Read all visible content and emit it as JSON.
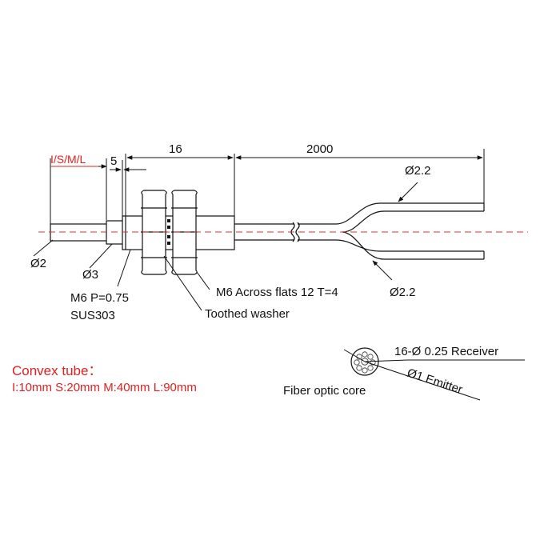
{
  "dimensions": {
    "tube_length": "I/S/M/L",
    "shoulder": "5",
    "body_length": "16",
    "cable_length": "2000",
    "cable_top_dia": "Ø2.2",
    "cable_bottom_dia": "Ø2.2",
    "tube_dia": "Ø2",
    "shoulder_dia": "Ø3"
  },
  "thread": {
    "line1": "M6 P=0.75",
    "line2": "SUS303"
  },
  "nut_note": "M6 Across flats 12  T=4",
  "washer_note": "Toothed washer",
  "convex": {
    "title": "Convex tube：",
    "values": "I:10mm  S:20mm  M:40mm  L:90mm"
  },
  "core": {
    "caption": "Fiber optic core",
    "receiver": "16-Ø 0.25 Receiver",
    "emitter": "Ø1 Emitter"
  },
  "colors": {
    "line": "#111111",
    "accent": "#e02020",
    "centerline": "#e03030"
  }
}
